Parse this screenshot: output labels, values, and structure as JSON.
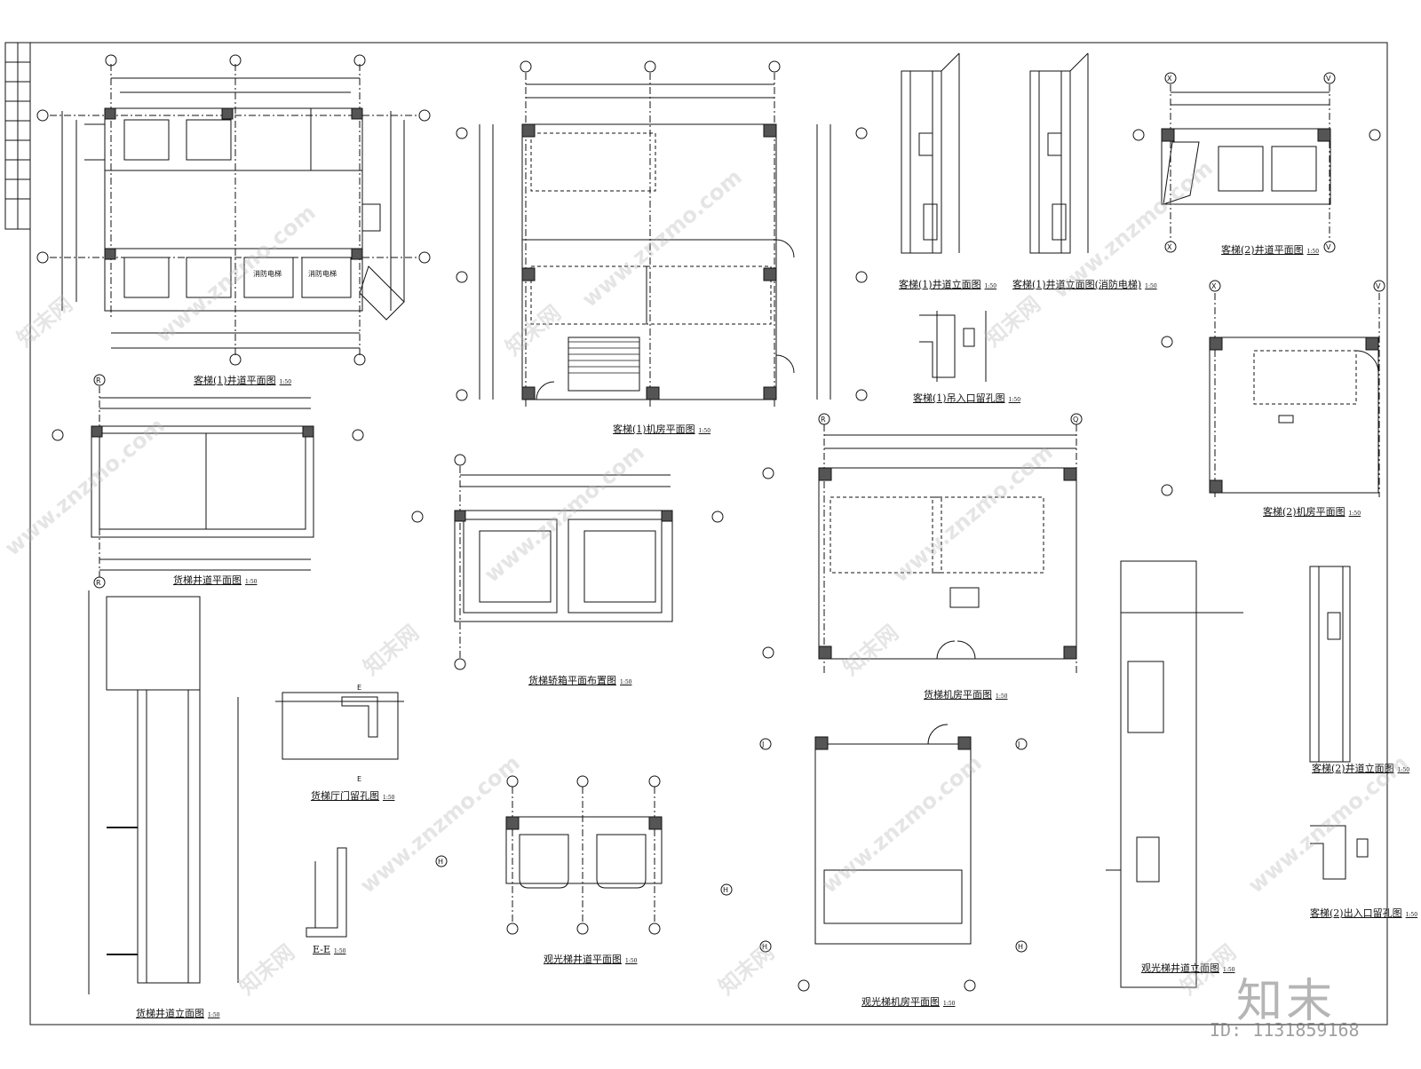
{
  "drawings": {
    "p1_shaft_plan": {
      "title": "客梯(1)井道平面图",
      "scale": "1:50"
    },
    "p1_machine_room": {
      "title": "客梯(1)机房平面图",
      "scale": "1:50"
    },
    "p1_shaft_elev": {
      "title": "客梯(1)井道立面图",
      "scale": "1:50"
    },
    "p1_shaft_elev_fire": {
      "title": "客梯(1)井道立面图(消防电梯)",
      "scale": "1:50"
    },
    "p1_hoist_opening": {
      "title": "客梯(1)吊入口留孔图",
      "scale": "1:50"
    },
    "p2_shaft_plan": {
      "title": "客梯(2)井道平面图",
      "scale": "1:50"
    },
    "p2_machine_room": {
      "title": "客梯(2)机房平面图",
      "scale": "1:50"
    },
    "p2_shaft_elev": {
      "title": "客梯(2)井道立面图",
      "scale": "1:50"
    },
    "p2_entry_opening": {
      "title": "客梯(2)出入口留孔图",
      "scale": "1:50"
    },
    "freight_shaft_plan": {
      "title": "货梯井道平面图",
      "scale": "1:50"
    },
    "freight_car_layout": {
      "title": "货梯轿箱平面布置图",
      "scale": "1:50"
    },
    "freight_machine_room": {
      "title": "货梯机房平面图",
      "scale": "1:50"
    },
    "freight_shaft_elev": {
      "title": "货梯井道立面图",
      "scale": "1:50"
    },
    "freight_door_opening": {
      "title": "货梯厅门留孔图",
      "scale": "1:50"
    },
    "section_ee": {
      "title": "E-E",
      "scale": "1:50"
    },
    "sight_shaft_plan": {
      "title": "观光梯井道平面图",
      "scale": "1:50"
    },
    "sight_machine_room": {
      "title": "观光梯机房平面图",
      "scale": "1:50"
    },
    "sight_shaft_elev": {
      "title": "观光梯井道立面图",
      "scale": "1:50"
    }
  },
  "room_labels": {
    "fire_elevator": "消防电梯"
  },
  "grid_marks": [
    "R",
    "Q",
    "H",
    "J",
    "X",
    "V",
    "E"
  ],
  "watermark": {
    "site": "www.znzmo.com",
    "brand_cn": "知末网"
  },
  "logo": "知末",
  "id_tag": "ID: 1131859168"
}
